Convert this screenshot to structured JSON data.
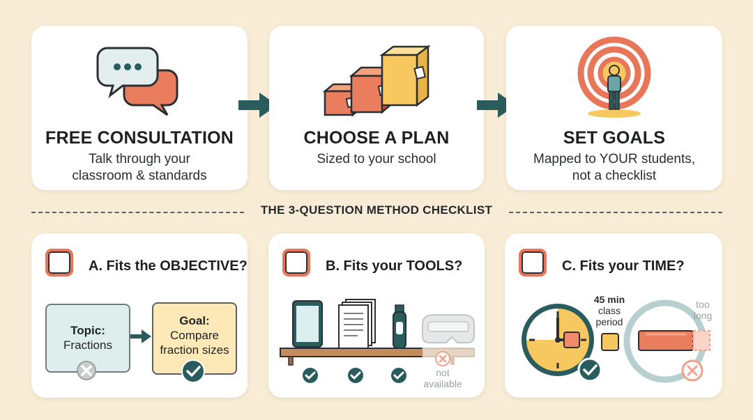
{
  "steps": [
    {
      "title": "FREE CONSULTATION",
      "desc": [
        "Talk through your",
        "classroom & standards"
      ],
      "icon": "chat-bubbles-icon"
    },
    {
      "title": "CHOOSE A PLAN",
      "desc": [
        "Sized to your school"
      ],
      "icon": "sized-boxes-icon"
    },
    {
      "title": "SET GOALS",
      "desc": [
        "Mapped to YOUR students,",
        "not a checklist"
      ],
      "icon": "target-icon"
    }
  ],
  "checklist": {
    "title": "THE 3-QUESTION METHOD CHECKLIST",
    "items": [
      {
        "heading": "A. Fits the OBJECTIVE?",
        "topic_label": "Topic:",
        "topic_value": "Fractions",
        "goal_label": "Goal:",
        "goal_value": [
          "Compare",
          "fraction sizes"
        ]
      },
      {
        "heading": "B. Fits your TOOLS?",
        "tools": [
          "tablet-icon",
          "worksheets-icon",
          "marker-icon",
          "vr-headset-icon"
        ],
        "unavailable_label": [
          "not",
          "available"
        ]
      },
      {
        "heading": "C. Fits your TIME?",
        "period_label": [
          "45 min",
          "class",
          "period"
        ],
        "too_long_label": [
          "too",
          "long"
        ]
      }
    ]
  },
  "colors": {
    "background": "#f8ecd6",
    "accent_orange": "#e8775a",
    "accent_teal": "#2a5c5e",
    "accent_yellow": "#f6c85f"
  }
}
